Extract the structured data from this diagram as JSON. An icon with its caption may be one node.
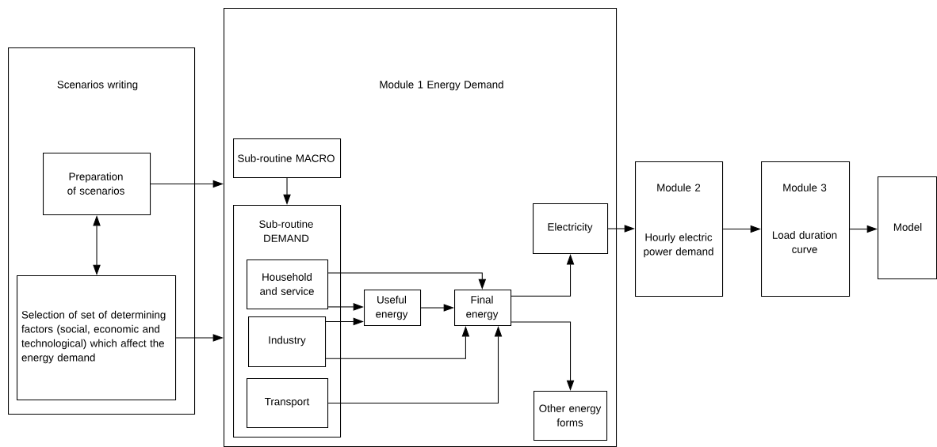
{
  "diagram": {
    "nodes": [
      {
        "text": [
          "Scenarios writing"
        ]
      },
      {
        "text": [
          "Preparation of scenarios"
        ],
        "in": 0
      },
      {
        "text": [
          "Selection of set of determining factors (social, economic and technological) which affect the energy demand"
        ],
        "in": 0
      },
      {
        "text": [
          "Module 1 Energy Demand"
        ]
      },
      {
        "text": [
          "Sub-routine MACRO"
        ],
        "in": 3
      },
      {
        "text": [
          "Sub-routine DEMAND"
        ],
        "in": 3
      },
      {
        "text": [
          "Household and service"
        ],
        "in": 5
      },
      {
        "text": [
          "Industry"
        ],
        "in": 5
      },
      {
        "text": [
          "Transport"
        ],
        "in": 5
      },
      {
        "text": [
          "Useful energy"
        ],
        "in": 3
      },
      {
        "text": [
          "Final energy"
        ],
        "in": 3
      },
      {
        "text": [
          "Electricity"
        ],
        "in": 3
      },
      {
        "text": [
          "Other energy forms"
        ],
        "in": 3
      },
      {
        "text": [
          "Module 2",
          "Hourly electric power demand"
        ]
      },
      {
        "text": [
          "Module 3",
          "Load duration curve"
        ]
      },
      {
        "text": [
          "Model"
        ]
      }
    ],
    "edges": [
      {
        "from": 1,
        "to": 3,
        "arrow": "to"
      },
      {
        "from": 2,
        "to": 3,
        "arrow": "to"
      },
      {
        "from": 1,
        "to": 2,
        "arrow": "both"
      },
      {
        "from": 4,
        "to": 5,
        "arrow": "to"
      },
      {
        "from": 6,
        "to": 10,
        "arrow": "to"
      },
      {
        "from": 6,
        "to": 9,
        "arrow": "to"
      },
      {
        "from": 7,
        "to": 9,
        "arrow": "to"
      },
      {
        "from": 7,
        "to": 10,
        "arrow": "to"
      },
      {
        "from": 8,
        "to": 10,
        "arrow": "to"
      },
      {
        "from": 9,
        "to": 10,
        "arrow": "to"
      },
      {
        "from": 10,
        "to": 11,
        "arrow": "to"
      },
      {
        "from": 10,
        "to": 12,
        "arrow": "to"
      },
      {
        "from": 11,
        "to": 13,
        "arrow": "to"
      },
      {
        "from": 13,
        "to": 14,
        "arrow": "to"
      },
      {
        "from": 14,
        "to": 15,
        "arrow": "to"
      }
    ]
  }
}
